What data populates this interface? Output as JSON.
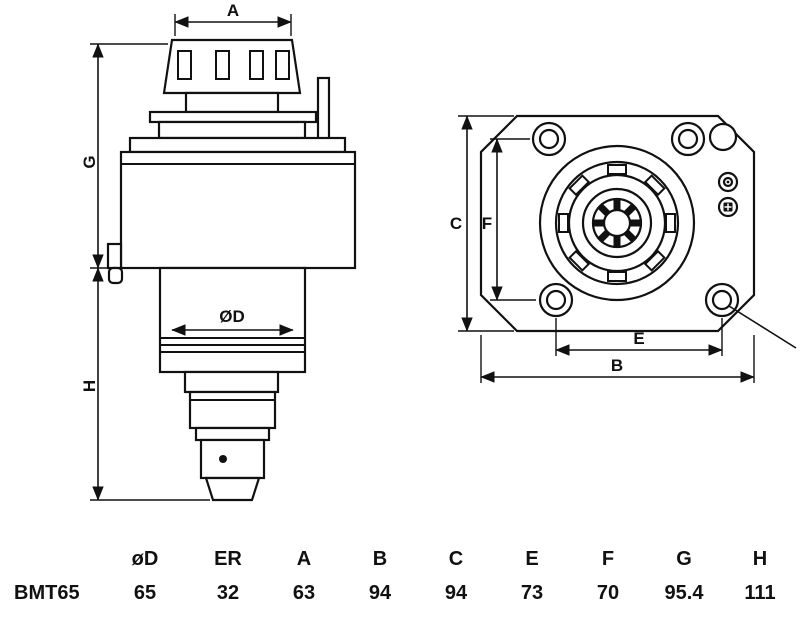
{
  "colors": {
    "line": "#111111",
    "background": "#ffffff"
  },
  "drawing": {
    "side_view": {
      "dim_a": "A",
      "dim_g": "G",
      "dim_h": "H",
      "dim_od": "ØD"
    },
    "front_view": {
      "dim_c": "C",
      "dim_f": "F",
      "dim_e": "E",
      "dim_b": "B"
    }
  },
  "table": {
    "headers": [
      "øD",
      "ER",
      "A",
      "B",
      "C",
      "E",
      "F",
      "G",
      "H"
    ],
    "rows": [
      {
        "model": "BMT65",
        "values": [
          "65",
          "32",
          "63",
          "94",
          "94",
          "73",
          "70",
          "95.4",
          "111"
        ]
      }
    ]
  }
}
